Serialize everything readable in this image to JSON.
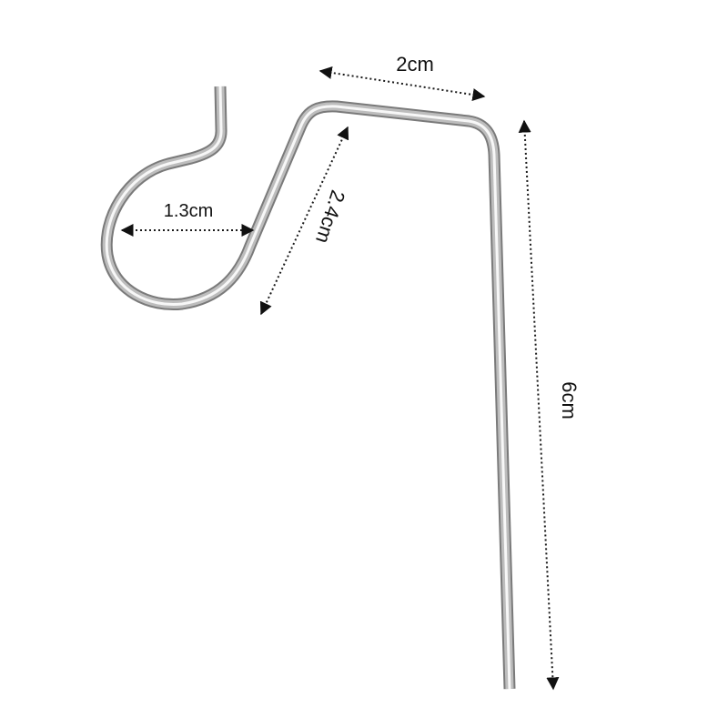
{
  "dimensions": {
    "top_width": "2cm",
    "loop_diameter": "1.3cm",
    "diagonal_length": "2.4cm",
    "height": "6cm"
  },
  "colors": {
    "background": "#ffffff",
    "wire": "#bdbdbd",
    "dimension_lines": "#1a1a1a"
  }
}
